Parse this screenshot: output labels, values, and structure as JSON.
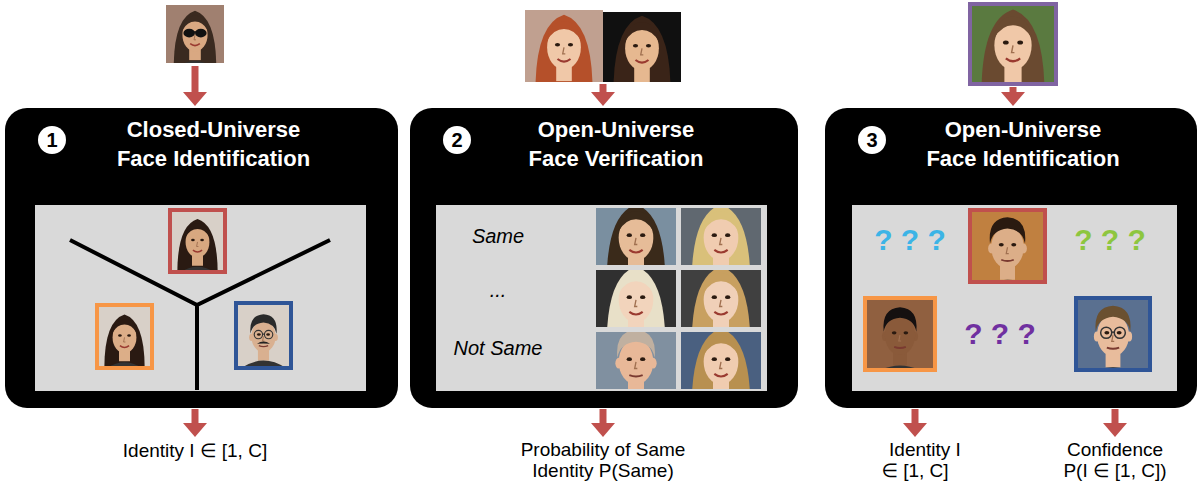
{
  "diagram": {
    "nodes": [
      {
        "text": [
          "1",
          "Closed-Universe Face Identification"
        ]
      },
      {
        "text": [
          "2",
          "Open-Universe Face Verification"
        ]
      },
      {
        "text": [
          "Same",
          "...",
          "Not Same"
        ],
        "in": 1
      },
      {
        "text": [
          "3",
          "Open-Universe Face Identification"
        ]
      },
      {
        "text": [
          "? ? ?",
          "? ? ?",
          "? ? ?"
        ],
        "in": 3
      }
    ],
    "labels": [
      "Identity I ∈ [1, C]",
      "Probability of Same Identity P(Same)",
      "Identity I ∈ [1, C]",
      "Confidence P(I ∈ [1, C])"
    ]
  }
}
